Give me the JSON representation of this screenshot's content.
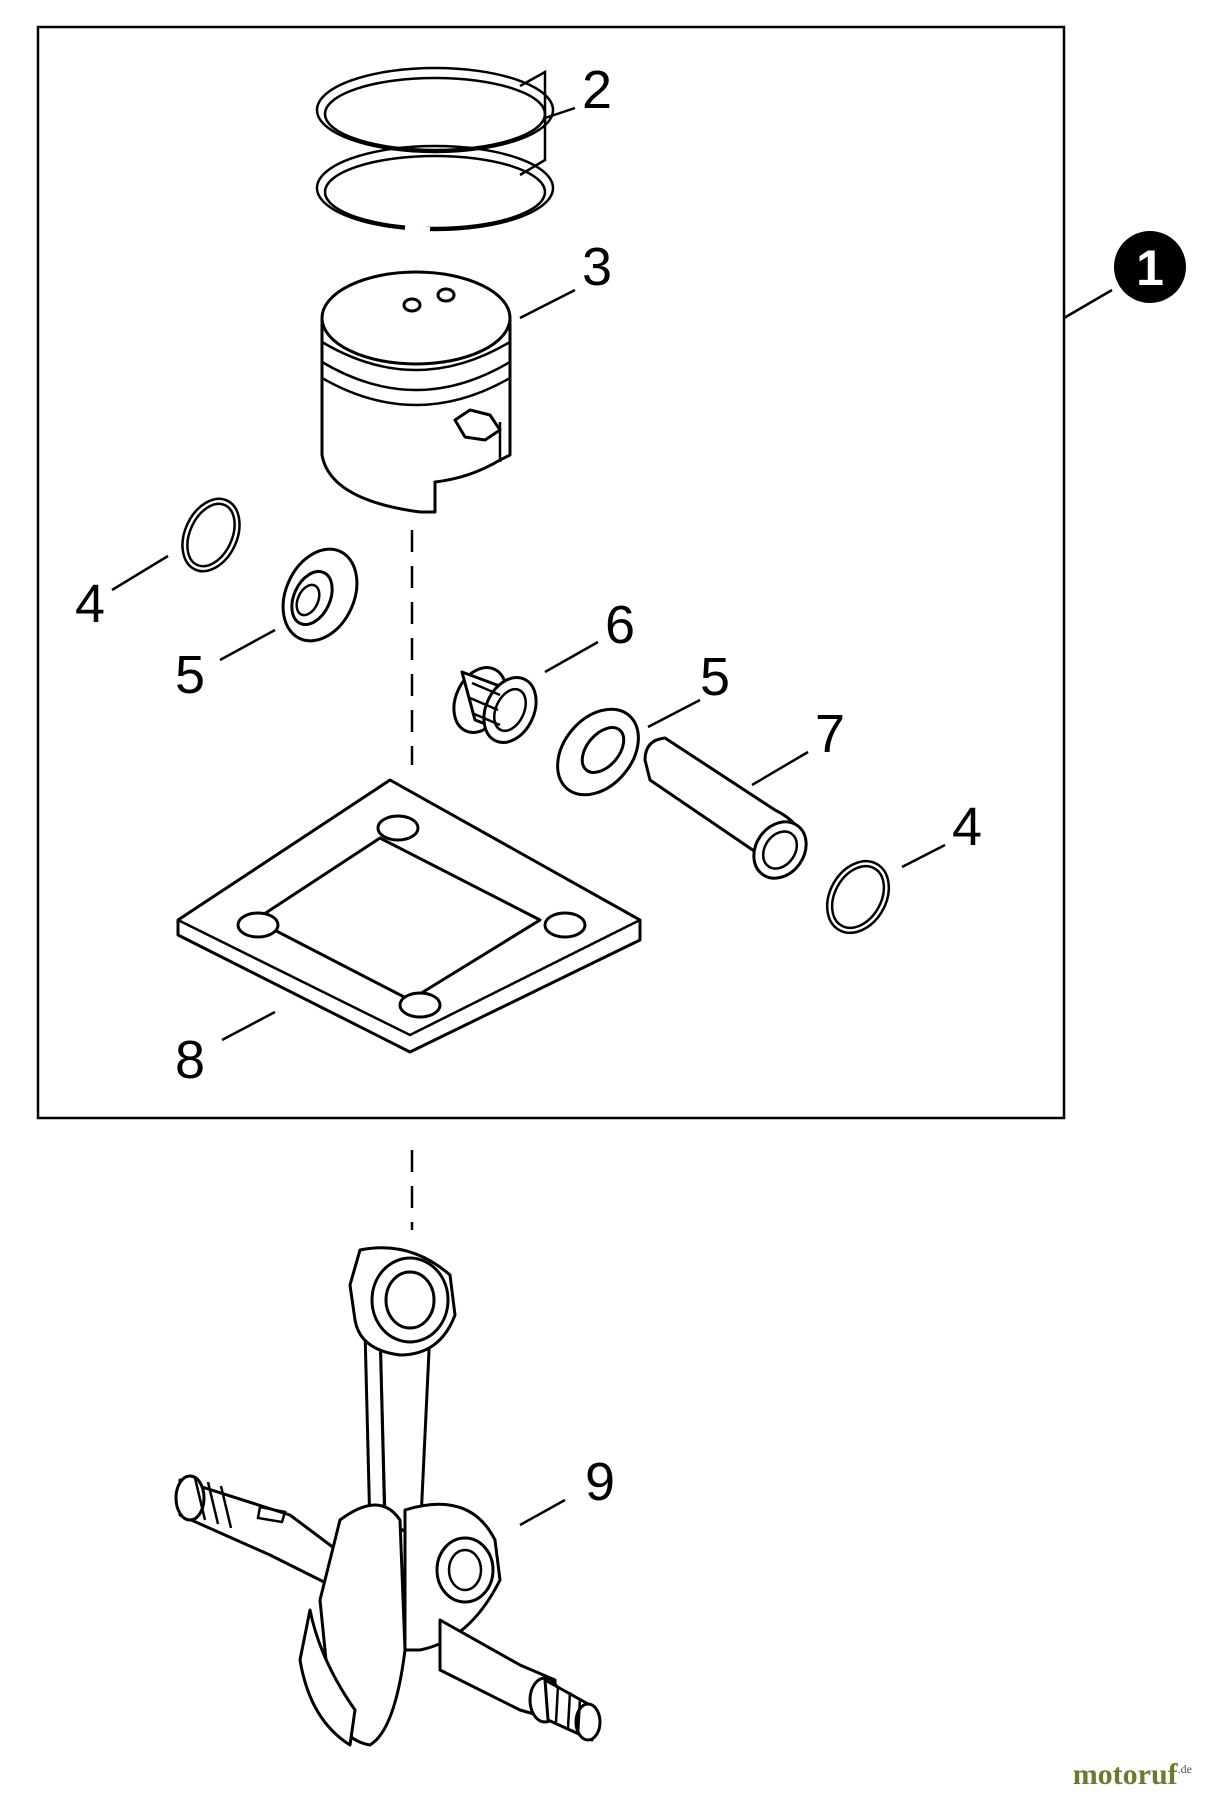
{
  "diagram": {
    "kit_callout": "1",
    "labels": {
      "rings": "2",
      "piston": "3",
      "circlip_left": "4",
      "washer_left": "5",
      "bearing": "6",
      "washer_right": "5",
      "pin": "7",
      "circlip_right": "4",
      "gasket": "8",
      "crankshaft": "9"
    }
  },
  "watermark": {
    "brand": "motoruf",
    "tld": ".de",
    "color": "#6b7a30"
  }
}
